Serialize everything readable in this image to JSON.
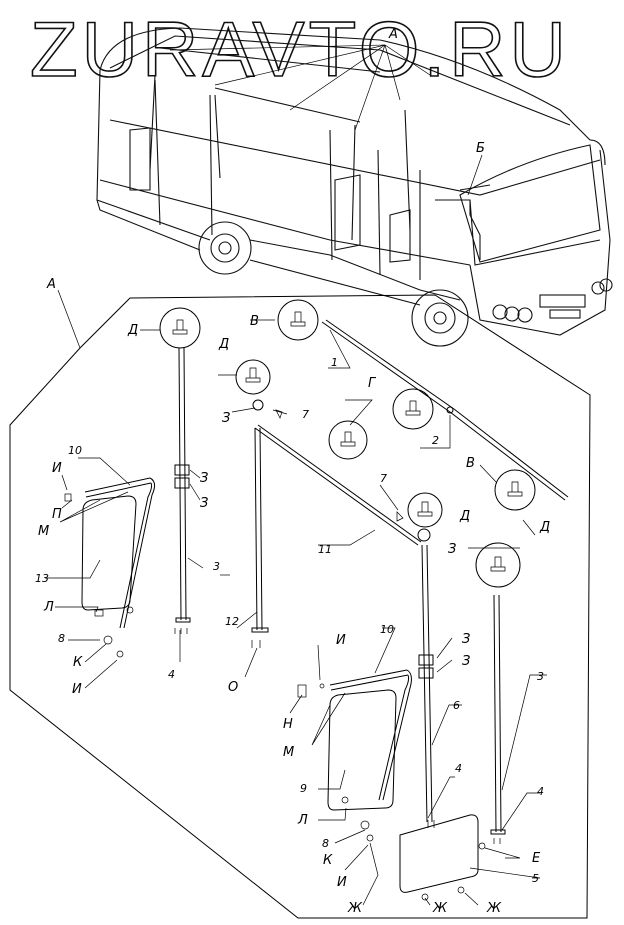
{
  "watermark": "ZURAVTO.RU",
  "bus_callouts": {
    "a": "А",
    "b": "Б"
  },
  "frame_label": "А",
  "letters": {
    "v": "В",
    "g": "Г",
    "d": "Д",
    "z": "З",
    "i": "И",
    "p": "П",
    "m": "М",
    "l": "Л",
    "k": "К",
    "o": "О",
    "n": "Н",
    "e": "Е",
    "zh": "Ж"
  },
  "numbers": {
    "n1": "1",
    "n2": "2",
    "n3": "3",
    "n4": "4",
    "n5": "5",
    "n6": "6",
    "n7": "7",
    "n8": "8",
    "n9": "9",
    "n10": "10",
    "n11": "11",
    "n12": "12",
    "n13": "13"
  }
}
